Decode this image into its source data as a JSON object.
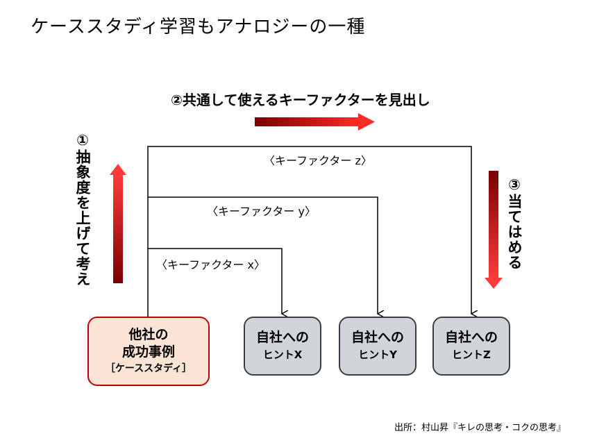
{
  "title": "ケーススタディ学習もアナロジーの一種",
  "step1": "①抽象度を上げて考え",
  "step2": "②共通して使えるキーファクターを見出し",
  "step3": "③当てはめる",
  "key_factors": {
    "z": "〈キーファクター z〉",
    "y": "〈キーファクター y〉",
    "x": "〈キーファクター x〉"
  },
  "source_box": {
    "line1": "他社の",
    "line2": "成功事例",
    "line3": "［ケーススタディ］"
  },
  "hints": [
    {
      "line1": "自社への",
      "line2": "ヒントX"
    },
    {
      "line1": "自社への",
      "line2": "ヒントY"
    },
    {
      "line1": "自社への",
      "line2": "ヒントZ"
    }
  ],
  "citation": "出所：村山昇『キレの思考・コクの思考』",
  "colors": {
    "arrow_dark": "#7a0000",
    "arrow_bright": "#ff2a2a",
    "source_fill": "#fbe3d6",
    "source_border": "#c00000",
    "hint_fill": "#d0d5da",
    "hint_border": "#3b3f44"
  }
}
